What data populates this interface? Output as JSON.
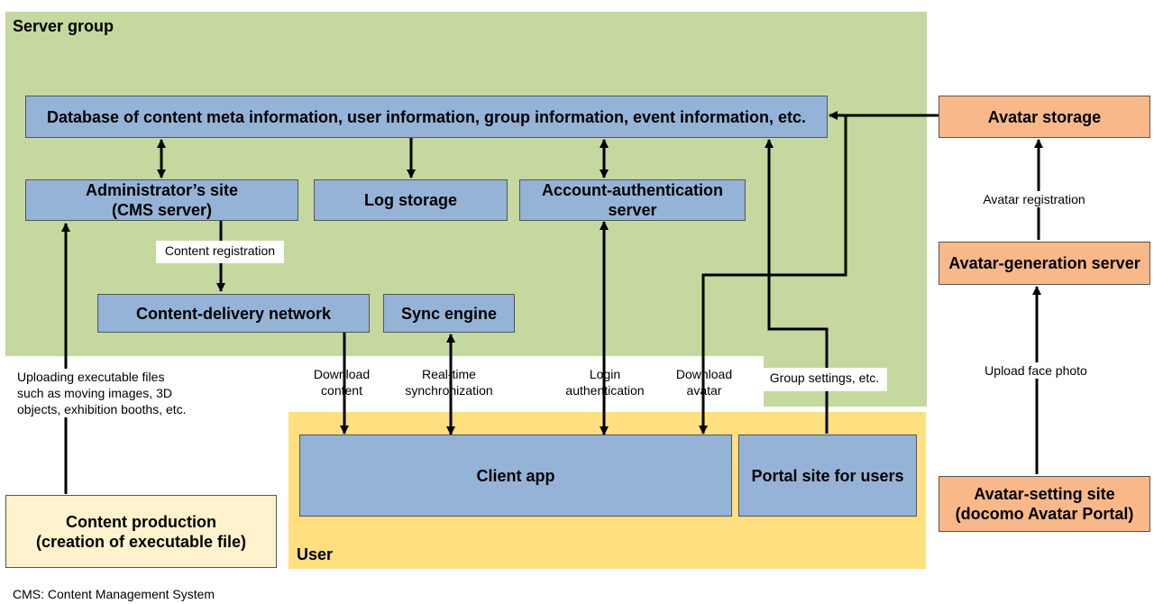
{
  "regions": {
    "server_group": "Server group",
    "user": "User"
  },
  "nodes": {
    "database": "Database of content meta information, user information, group information, event information, etc.",
    "admin_site": "Administrator’s site\n(CMS server)",
    "log_storage": "Log storage",
    "account_auth": "Account-authentication\nserver",
    "cdn": "Content-delivery network",
    "sync_engine": "Sync engine",
    "client_app": "Client app",
    "portal_site": "Portal site for users",
    "content_production": "Content production\n(creation of executable file)",
    "avatar_storage": "Avatar storage",
    "avatar_generation": "Avatar-generation server",
    "avatar_setting": "Avatar-setting site\n(docomo Avatar Portal)"
  },
  "edge_labels": {
    "content_registration": "Content registration",
    "uploading": "Uploading executable files\nsuch as moving images, 3D\nobjects, exhibition booths, etc.",
    "download_content": "Download\ncontent",
    "realtime_sync": "Real-time\nsynchronization",
    "login_auth": "Login\nauthentication",
    "download_avatar": "Download\navatar",
    "group_settings": "Group settings, etc.",
    "avatar_registration": "Avatar registration",
    "upload_face_photo": "Upload face photo"
  },
  "footnote": "CMS: Content Management System",
  "colors": {
    "server_group_bg": "#c5d8a0",
    "user_bg": "#ffdf80",
    "node_blue": "#95b3d7",
    "node_orange": "#f8b88a",
    "node_cream": "#fff2cc"
  }
}
